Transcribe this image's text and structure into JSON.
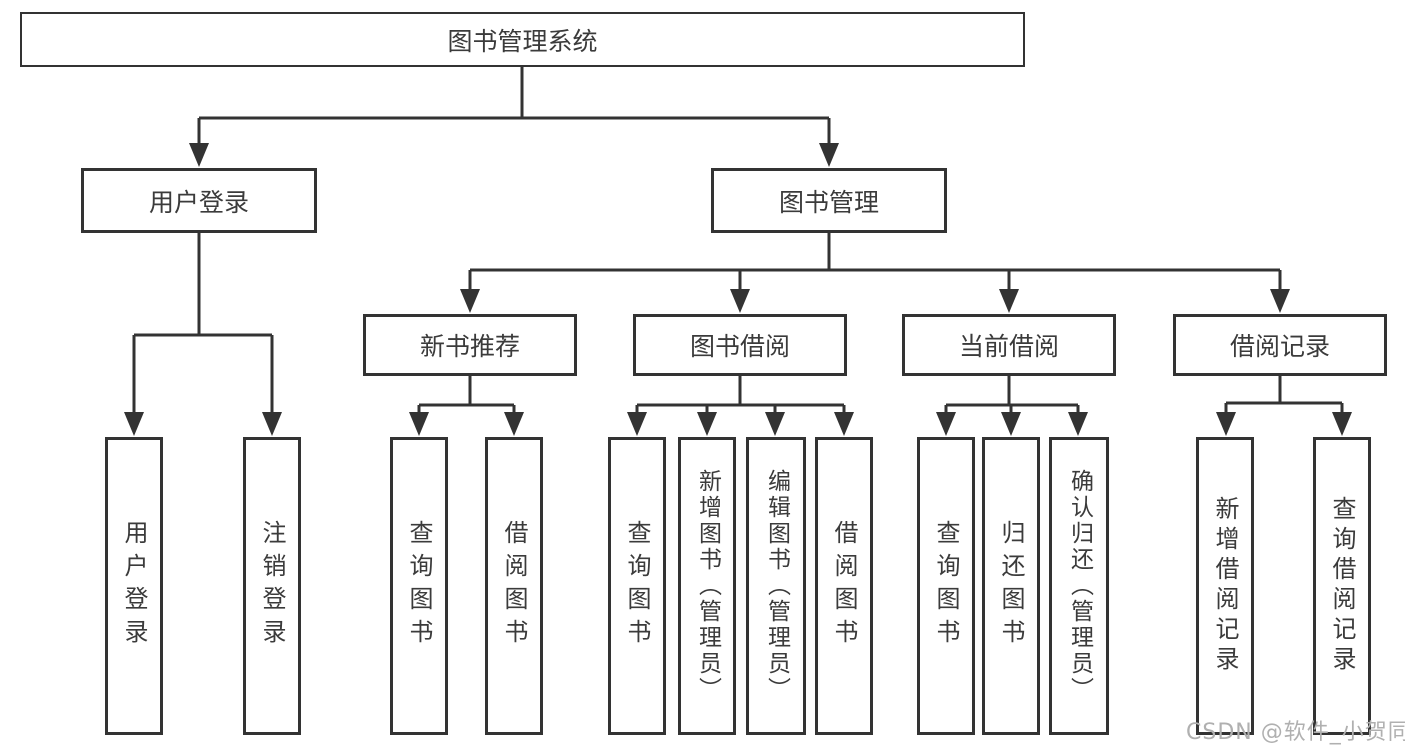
{
  "diagram": {
    "root_label": "图书管理系统",
    "level2": {
      "user_login": "用户登录",
      "book_management": "图书管理"
    },
    "level3": {
      "new_book_recommend": "新书推荐",
      "book_borrow": "图书借阅",
      "current_borrow": "当前借阅",
      "borrow_records": "借阅记录"
    },
    "leaves": {
      "user_login": [
        "用户登录",
        "注销登录"
      ],
      "new_book_recommend": [
        "查询图书",
        "借阅图书"
      ],
      "book_borrow": [
        "查询图书",
        "新增图书（管理员）",
        "编辑图书（管理员）",
        "借阅图书"
      ],
      "current_borrow": [
        "查询图书",
        "归还图书",
        "确认归还（管理员）"
      ],
      "borrow_records": [
        "新增借阅记录",
        "查询借阅记录"
      ]
    }
  },
  "watermark": "CSDN @软件_小贺同学",
  "colors": {
    "line": "#333333",
    "text": "#3b3b3b",
    "watermark": "#b0b0b0",
    "background": "#ffffff"
  }
}
